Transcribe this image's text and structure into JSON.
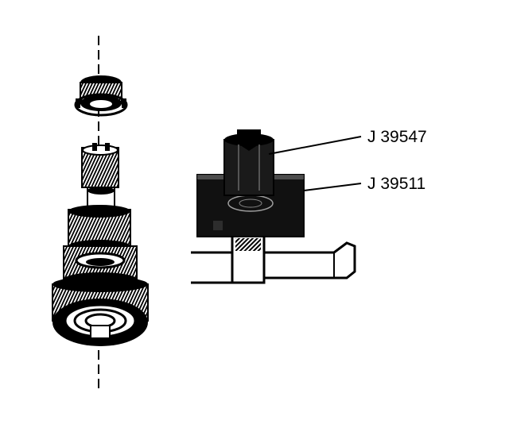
{
  "colors": {
    "ink": "#000000",
    "paper": "#ffffff",
    "shade": "#2a2a2a"
  },
  "labels": {
    "tool_top": "J 39547",
    "tool_bottom": "J 39511"
  },
  "icons": {
    "gear_stack": "cluster-gear-assembly-illustration",
    "bearing": "roller-bearing-illustration",
    "press_tool": "bearing-installer-illustration",
    "fixture": "support-fixture-illustration"
  }
}
